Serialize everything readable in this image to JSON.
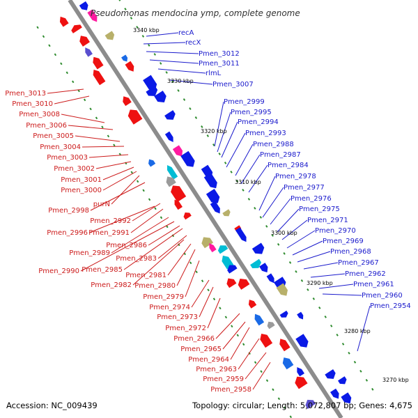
{
  "title": "Pseudomonas mendocina ymp, complete genome",
  "accession_text": "Accession: NC_009439",
  "summary_text": "Topology: circular; Length: 5,072,807 bp; Genes: 4,675",
  "colors": {
    "backbone": "#8c8c8c",
    "plus_label": "#1a1acc",
    "minus_label": "#cc1a1a",
    "tick": "#2e8b2e",
    "plus_strand": "#0a1ae6",
    "minus_strand": "#ee1111"
  },
  "kbp_ticks": [
    "3340 kbp",
    "3330 kbp",
    "3320 kbp",
    "3310 kbp",
    "3300 kbp",
    "3290 kbp",
    "3280 kbp",
    "3270 kbp"
  ],
  "plus_labels": [
    "recA",
    "recX",
    "Pmen_3012",
    "Pmen_3011",
    "rlmL",
    "Pmen_3007",
    "Pmen_2999",
    "Pmen_2995",
    "Pmen_2994",
    "Pmen_2993",
    "Pmen_2988",
    "Pmen_2987",
    "Pmen_2984",
    "Pmen_2978",
    "Pmen_2977",
    "Pmen_2976",
    "Pmen_2975",
    "Pmen_2971",
    "Pmen_2970",
    "Pmen_2969",
    "Pmen_2968",
    "Pmen_2967",
    "Pmen_2962",
    "Pmen_2961",
    "Pmen_2960",
    "Pmen_2954"
  ],
  "minus_labels": [
    "Pmen_3013",
    "Pmen_3010",
    "Pmen_3008",
    "Pmen_3006",
    "Pmen_3005",
    "Pmen_3004",
    "Pmen_3003",
    "Pmen_3002",
    "Pmen_3001",
    "Pmen_3000",
    "purN",
    "Pmen_2998",
    "Pmen_2992",
    "Pmen_2996",
    "Pmen_2991",
    "Pmen_2986",
    "Pmen_2989",
    "Pmen_2990",
    "Pmen_2985",
    "Pmen_2983",
    "Pmen_2981",
    "Pmen_2982",
    "Pmen_2980",
    "Pmen_2979",
    "Pmen_2974",
    "Pmen_2973",
    "Pmen_2972",
    "Pmen_2966",
    "Pmen_2965",
    "Pmen_2964",
    "Pmen_2963",
    "Pmen_2959",
    "Pmen_2958"
  ]
}
